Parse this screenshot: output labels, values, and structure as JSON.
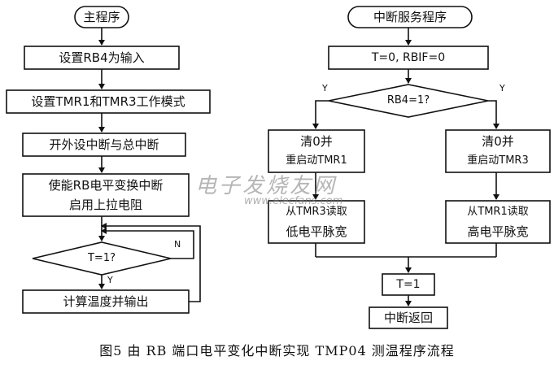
{
  "nodes": {
    "main_start": "主程序",
    "set_rb4": "设置RB4为输入",
    "set_tmr": "设置TMR1和TMR3工作模式",
    "enable_int": "开外设中断与总中断",
    "enable_rb_line1": "使能RB电平变换中断",
    "enable_rb_line2": "启用上拉电阻",
    "main_decision": "T=1?",
    "calc_output": "计算温度并输出",
    "isr_start": "中断服务程序",
    "isr_init": "T=0, RBIF=0",
    "isr_decision": "RB4=1?",
    "clear_tmr1_line1": "清0并",
    "clear_tmr1_line2": "重启动TMR1",
    "clear_tmr3_line1": "清0并",
    "clear_tmr3_line2": "重启动TMR3",
    "read_tmr3_line1": "从TMR3读取",
    "read_tmr3_line2": "低电平脉宽",
    "read_tmr1_line1": "从TMR1读取",
    "read_tmr1_line2": "高电平脉宽",
    "set_t1": "T=1",
    "isr_return": "中断返回"
  },
  "labels": {
    "main_no": "N",
    "main_yes": "Y",
    "isr_yes_left": "Y",
    "isr_no_right": "Y"
  },
  "caption": "图5   由 RB 端口电平变化中断实现 TMP04 测温程序流程",
  "watermark": {
    "text": "电子发烧友网",
    "url": "www.elecfans.com"
  }
}
